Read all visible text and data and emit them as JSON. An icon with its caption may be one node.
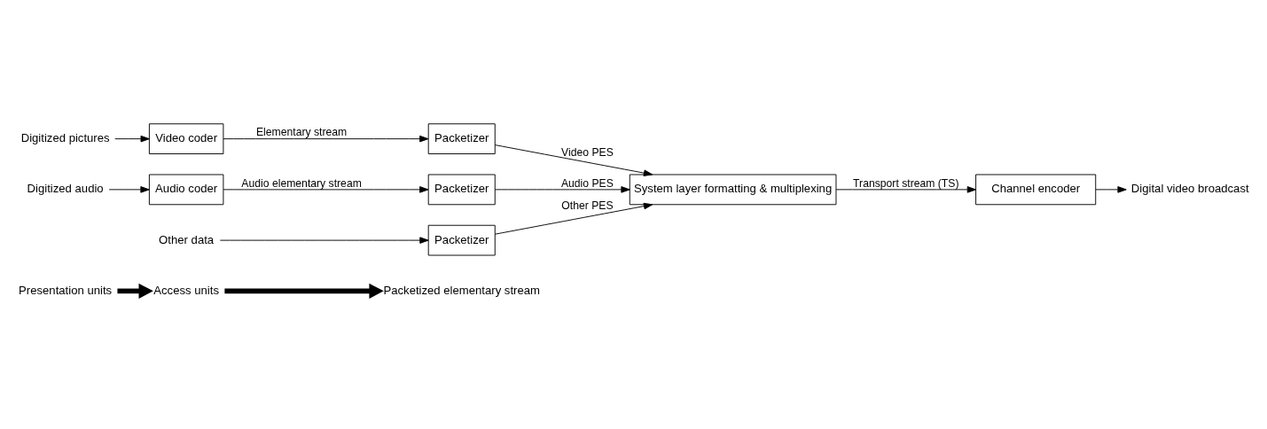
{
  "diagram": {
    "nodes": [
      {
        "text": [
          "Presentation units"
        ]
      },
      {
        "text": [
          "Access units"
        ]
      },
      {
        "text": [
          "Packetized elementary stream"
        ]
      },
      {
        "text": [
          "Digitized pictures"
        ]
      },
      {
        "text": [
          "Video coder"
        ]
      },
      {
        "text": [
          "Packetizer"
        ]
      },
      {
        "text": [
          "Digitized audio"
        ]
      },
      {
        "text": [
          "Audio coder"
        ]
      },
      {
        "text": [
          "Packetizer"
        ]
      },
      {
        "text": [
          "System layer formatting & multiplexing"
        ]
      },
      {
        "text": [
          "Channel encoder"
        ]
      },
      {
        "text": [
          "Digital video broadcast"
        ]
      },
      {
        "text": [
          "Other data"
        ]
      },
      {
        "text": [
          "Packetizer"
        ]
      }
    ],
    "edges": [
      {
        "from": 0,
        "to": 1,
        "arrow": "to",
        "style": "thick"
      },
      {
        "from": 1,
        "to": 2,
        "arrow": "to",
        "style": "thick"
      },
      {
        "from": 3,
        "to": 4,
        "arrow": "to"
      },
      {
        "from": 4,
        "to": 5,
        "arrow": "to",
        "label": "Elementary stream"
      },
      {
        "from": 5,
        "to": 9,
        "arrow": "to",
        "label": "Video PES"
      },
      {
        "from": 6,
        "to": 7,
        "arrow": "to"
      },
      {
        "from": 7,
        "to": 8,
        "arrow": "to",
        "label": "Audio elementary stream"
      },
      {
        "from": 8,
        "to": 9,
        "arrow": "to",
        "label": "Audio PES"
      },
      {
        "from": 12,
        "to": 13,
        "arrow": "to"
      },
      {
        "from": 13,
        "to": 9,
        "arrow": "to",
        "label": "Other PES"
      },
      {
        "from": 9,
        "to": 10,
        "arrow": "to",
        "label": "Transport stream (TS)"
      },
      {
        "from": 10,
        "to": 11,
        "arrow": "to"
      }
    ]
  }
}
